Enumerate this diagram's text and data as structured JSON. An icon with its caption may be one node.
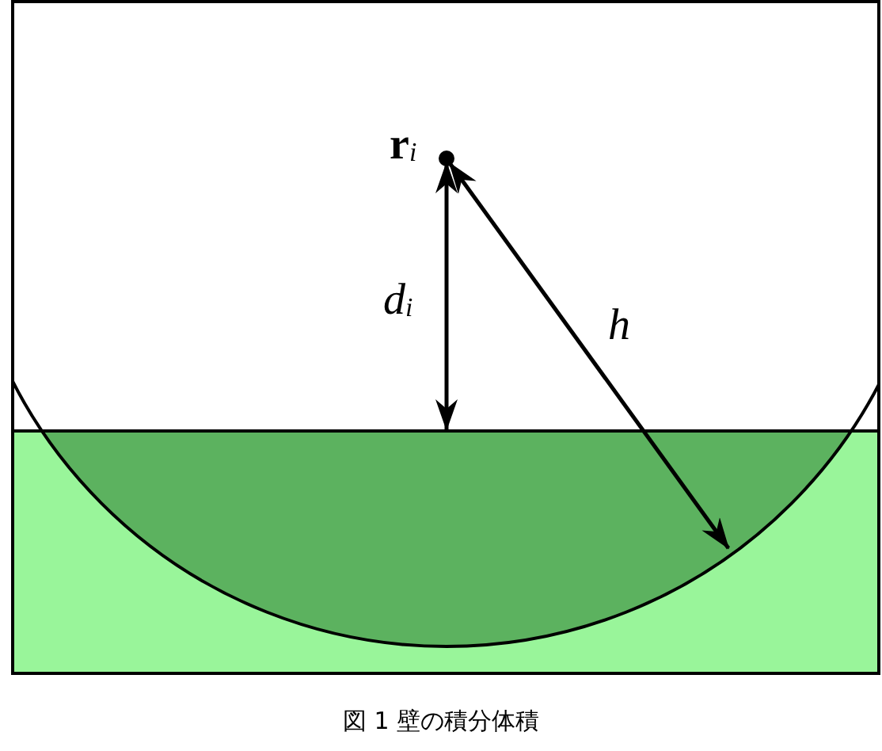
{
  "diagram": {
    "caption": "図 1 壁の積分体積",
    "labels": [
      "**r**$_{i}$",
      "d$_{i}$",
      "h"
    ]
  }
}
